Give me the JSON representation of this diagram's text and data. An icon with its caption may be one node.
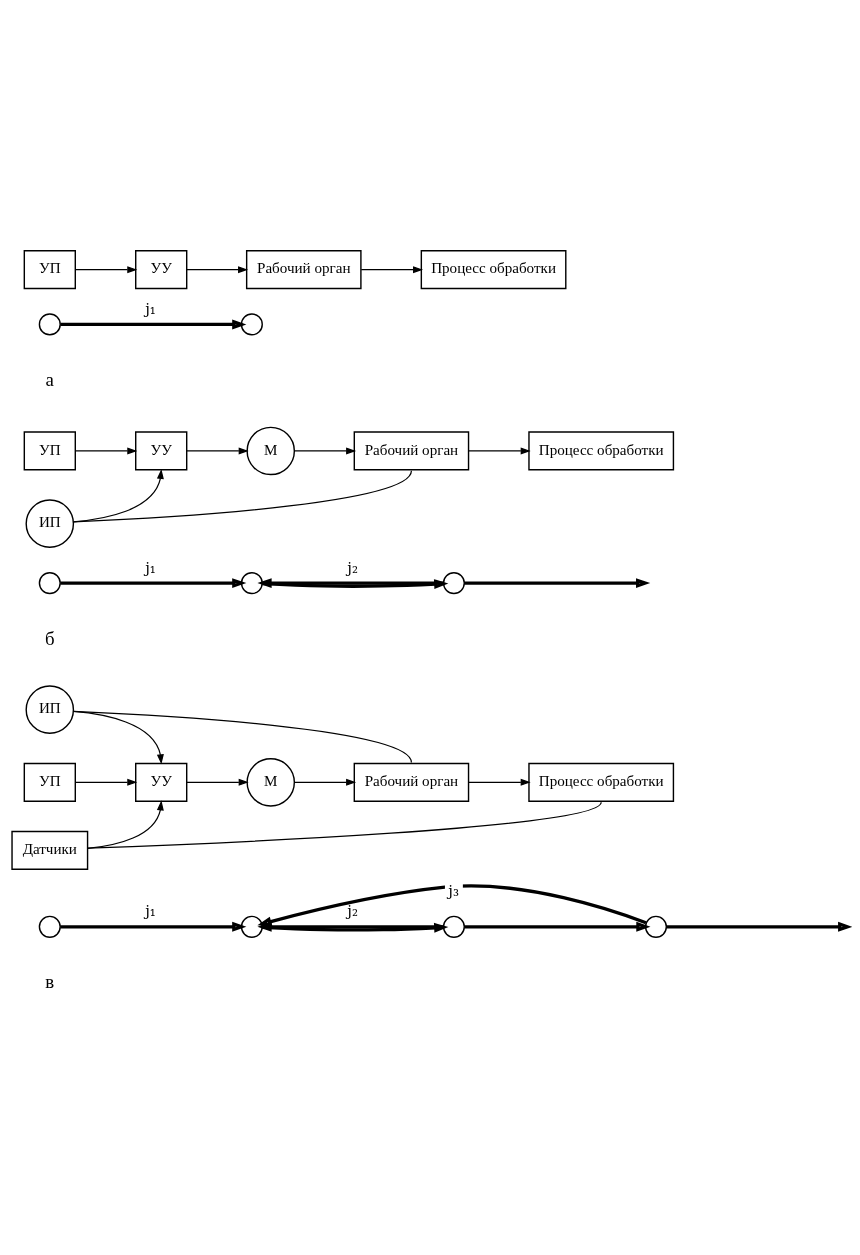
{
  "diagram": {
    "nodes": [
      {
        "text": [
          "УП"
        ]
      },
      {
        "text": [
          "УУ"
        ]
      },
      {
        "text": [
          "Рабочий орган"
        ]
      },
      {
        "text": [
          "Процесс обработки"
        ]
      },
      {
        "text": [],
        "shape": "circle"
      },
      {
        "text": [],
        "shape": "circle"
      },
      {
        "text": [
          "УП"
        ]
      },
      {
        "text": [
          "УУ"
        ]
      },
      {
        "text": [
          "М"
        ]
      },
      {
        "text": [
          "Рабочий орган"
        ]
      },
      {
        "text": [
          "Процесс обработки"
        ]
      },
      {
        "text": [
          "ИП"
        ]
      },
      {
        "text": [],
        "shape": "circle"
      },
      {
        "text": [],
        "shape": "circle"
      },
      {
        "text": [],
        "shape": "circle"
      },
      {
        "text": [
          "ИП"
        ]
      },
      {
        "text": [
          "УП"
        ]
      },
      {
        "text": [
          "УУ"
        ]
      },
      {
        "text": [
          "М"
        ]
      },
      {
        "text": [
          "Рабочий орган"
        ]
      },
      {
        "text": [
          "Процесс обработки"
        ]
      },
      {
        "text": [
          "Датчики"
        ]
      },
      {
        "text": [],
        "shape": "circle"
      },
      {
        "text": [],
        "shape": "circle"
      },
      {
        "text": [],
        "shape": "circle"
      },
      {
        "text": [],
        "shape": "circle"
      }
    ],
    "edges": [
      {
        "from": 0,
        "to": 1,
        "arrow": "to"
      },
      {
        "from": 1,
        "to": 2,
        "arrow": "to"
      },
      {
        "from": 2,
        "to": 3,
        "arrow": "to"
      },
      {
        "from": 4,
        "to": 5,
        "arrow": "to",
        "label": "j₁",
        "style": "thick"
      },
      {
        "from": 6,
        "to": 7,
        "arrow": "to"
      },
      {
        "from": 7,
        "to": 8,
        "arrow": "to"
      },
      {
        "from": 8,
        "to": 9,
        "arrow": "to"
      },
      {
        "from": 9,
        "to": 10,
        "arrow": "to"
      },
      {
        "from": 9,
        "to": 11,
        "arrow": "none"
      },
      {
        "from": 11,
        "to": 7,
        "arrow": "to"
      },
      {
        "from": 12,
        "to": 13,
        "arrow": "to",
        "label": "j₁",
        "style": "thick"
      },
      {
        "from": 13,
        "to": 14,
        "arrow": "to",
        "style": "thick"
      },
      {
        "from": 14,
        "to": null,
        "arrow": "to",
        "style": "thick"
      },
      {
        "from": 14,
        "to": 13,
        "arrow": "to",
        "label": "j₂",
        "style": "thick"
      },
      {
        "from": 19,
        "to": 15,
        "arrow": "none"
      },
      {
        "from": 15,
        "to": 17,
        "arrow": "to"
      },
      {
        "from": 16,
        "to": 17,
        "arrow": "to"
      },
      {
        "from": 17,
        "to": 18,
        "arrow": "to"
      },
      {
        "from": 18,
        "to": 19,
        "arrow": "to"
      },
      {
        "from": 19,
        "to": 20,
        "arrow": "to"
      },
      {
        "from": 20,
        "to": 21,
        "arrow": "none"
      },
      {
        "from": 21,
        "to": 17,
        "arrow": "to"
      },
      {
        "from": 22,
        "to": 23,
        "arrow": "to",
        "label": "j₁",
        "style": "thick"
      },
      {
        "from": 23,
        "to": 24,
        "arrow": "to",
        "style": "thick"
      },
      {
        "from": 24,
        "to": 25,
        "arrow": "to",
        "style": "thick"
      },
      {
        "from": 25,
        "to": null,
        "arrow": "to",
        "style": "thick"
      },
      {
        "from": 24,
        "to": 23,
        "arrow": "to",
        "label": "j₂",
        "style": "thick"
      },
      {
        "from": 25,
        "to": 23,
        "arrow": "to",
        "label": "j₃",
        "style": "thick"
      }
    ],
    "labels": [
      "а",
      "б",
      "в"
    ]
  }
}
